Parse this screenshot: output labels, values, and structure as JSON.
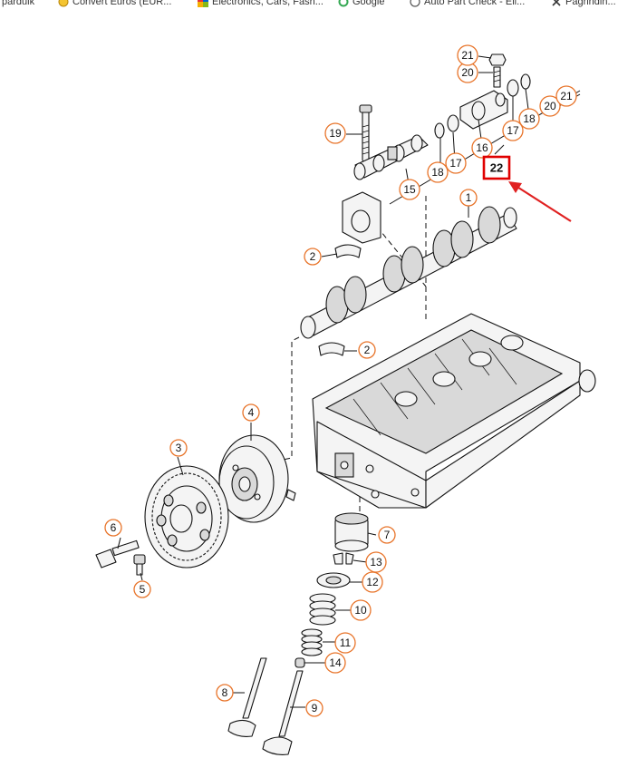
{
  "bookmarks_bar": {
    "items": [
      {
        "label": "parduik",
        "icon": "page-icon"
      },
      {
        "label": "Convert Euros (EUR...",
        "icon": "currency-icon"
      },
      {
        "label": "Electronics, Cars, Fash...",
        "icon": "shop-icon"
      },
      {
        "label": "Google",
        "icon": "google-icon"
      },
      {
        "label": "Auto Part Check - Eli...",
        "icon": "globe-icon"
      },
      {
        "label": "Pagrindin...",
        "icon": "x-icon"
      }
    ]
  },
  "diagram": {
    "callouts": [
      "1",
      "2",
      "2",
      "3",
      "4",
      "5",
      "6",
      "7",
      "8",
      "9",
      "10",
      "11",
      "12",
      "13",
      "14",
      "15",
      "16",
      "17",
      "17",
      "18",
      "18",
      "19",
      "20",
      "20",
      "21",
      "21"
    ],
    "highlighted_callout": "22",
    "highlight_color": "#e00000",
    "callout_ring_color": "#e8742a"
  }
}
